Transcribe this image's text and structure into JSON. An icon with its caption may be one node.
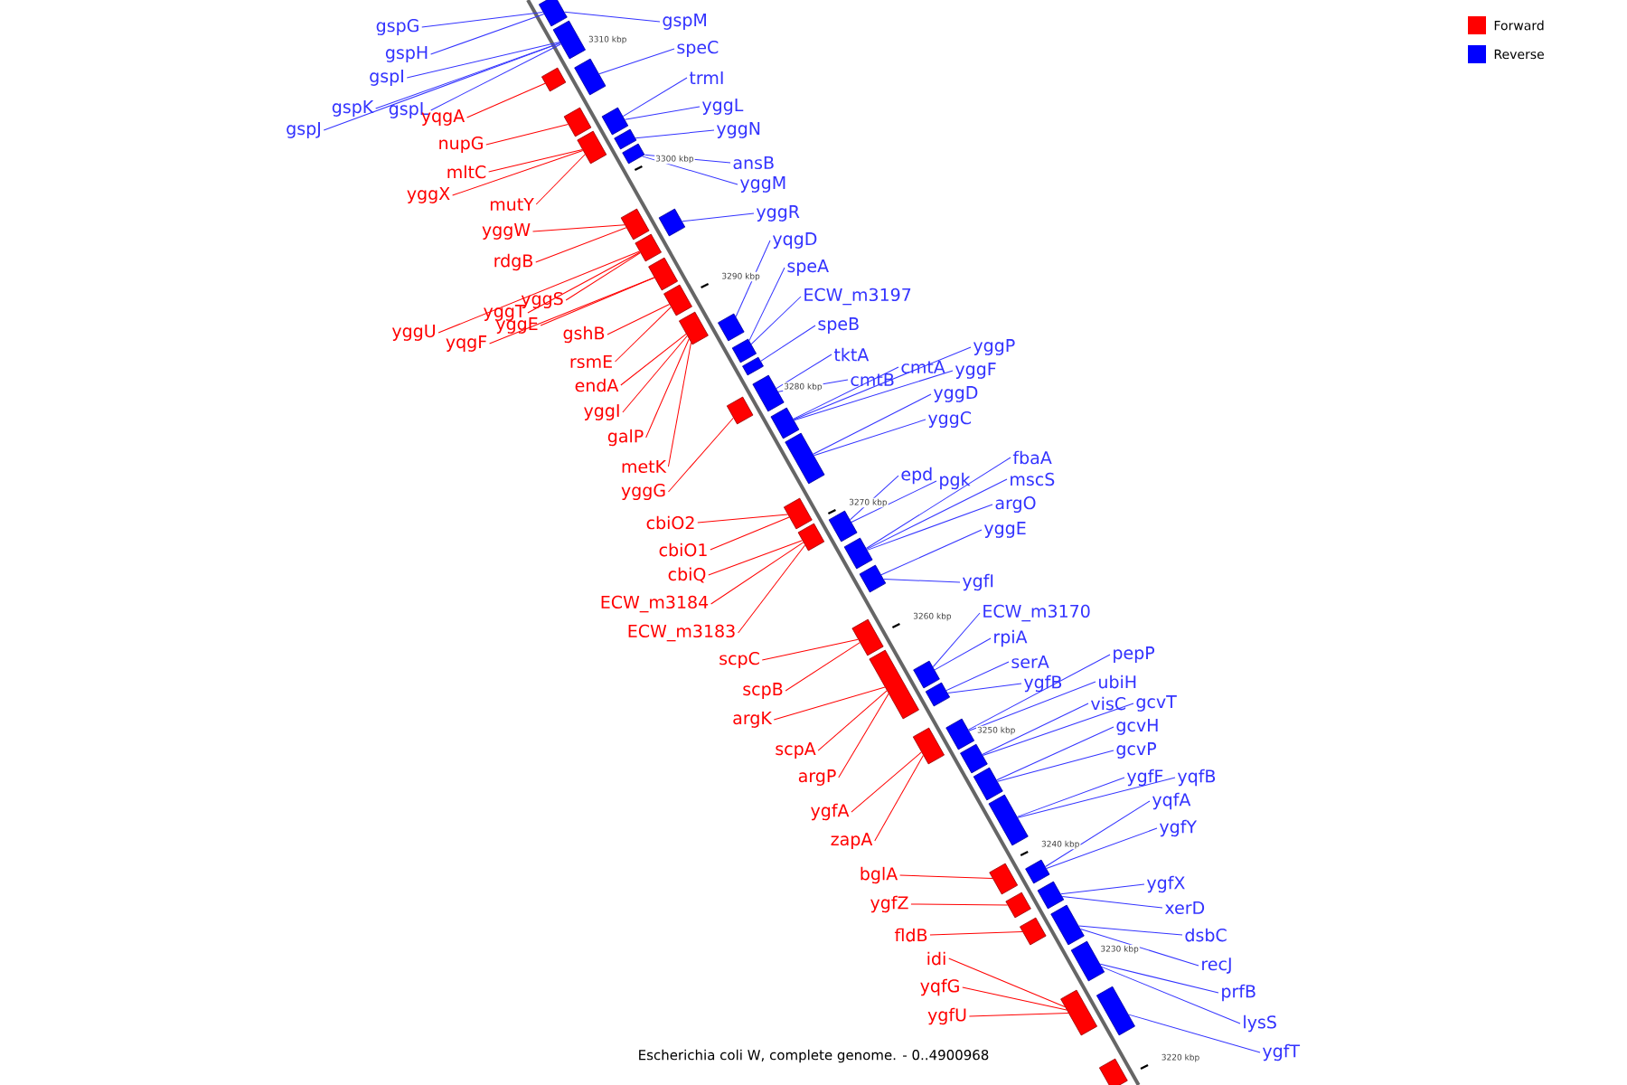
{
  "diagram": {
    "caption": "Escherichia coli W, complete genome. - 0..4900968",
    "nodes": [
      {
        "text": [
          "gspG"
        ]
      },
      {
        "text": [
          "gspH"
        ]
      },
      {
        "text": [
          "gspI"
        ]
      },
      {
        "text": [
          "gspK"
        ]
      },
      {
        "text": [
          "gspL"
        ]
      },
      {
        "text": [
          "gspJ"
        ]
      },
      {
        "text": [
          "yqgA"
        ]
      },
      {
        "text": [
          "nupG"
        ]
      },
      {
        "text": [
          "mltC"
        ]
      },
      {
        "text": [
          "yggX"
        ]
      },
      {
        "text": [
          "mutY"
        ]
      },
      {
        "text": [
          "yggW"
        ]
      },
      {
        "text": [
          "rdgB"
        ]
      },
      {
        "text": [
          "yggS"
        ]
      },
      {
        "text": [
          "yggT"
        ]
      },
      {
        "text": [
          "yggU"
        ]
      },
      {
        "text": [
          "yqgF"
        ]
      },
      {
        "text": [
          "yggE"
        ]
      },
      {
        "text": [
          "gshB"
        ]
      },
      {
        "text": [
          "rsmE"
        ]
      },
      {
        "text": [
          "endA"
        ]
      },
      {
        "text": [
          "yggI"
        ]
      },
      {
        "text": [
          "galP"
        ]
      },
      {
        "text": [
          "metK"
        ]
      },
      {
        "text": [
          "yggG"
        ]
      },
      {
        "text": [
          "cbiO2"
        ]
      },
      {
        "text": [
          "cbiO1"
        ]
      },
      {
        "text": [
          "cbiQ"
        ]
      },
      {
        "text": [
          "ECW_m3184"
        ]
      },
      {
        "text": [
          "ECW_m3183"
        ]
      },
      {
        "text": [
          "scpC"
        ]
      },
      {
        "text": [
          "scpB"
        ]
      },
      {
        "text": [
          "argK"
        ]
      },
      {
        "text": [
          "scpA"
        ]
      },
      {
        "text": [
          "argP"
        ]
      },
      {
        "text": [
          "ygfA"
        ]
      },
      {
        "text": [
          "zapA"
        ]
      },
      {
        "text": [
          "bglA"
        ]
      },
      {
        "text": [
          "ygfZ"
        ]
      },
      {
        "text": [
          "fldB"
        ]
      },
      {
        "text": [
          "idi"
        ]
      },
      {
        "text": [
          "yqfG"
        ]
      },
      {
        "text": [
          "ygfU"
        ]
      },
      {
        "text": [
          "gspM"
        ]
      },
      {
        "text": [
          "speC"
        ]
      },
      {
        "text": [
          "trmI"
        ]
      },
      {
        "text": [
          "yggL"
        ]
      },
      {
        "text": [
          "yggN"
        ]
      },
      {
        "text": [
          "ansB"
        ]
      },
      {
        "text": [
          "yggM"
        ]
      },
      {
        "text": [
          "yggR"
        ]
      },
      {
        "text": [
          "yqgD"
        ]
      },
      {
        "text": [
          "speA"
        ]
      },
      {
        "text": [
          "ECW_m3197"
        ]
      },
      {
        "text": [
          "speB"
        ]
      },
      {
        "text": [
          "tktA"
        ]
      },
      {
        "text": [
          "cmtB"
        ]
      },
      {
        "text": [
          "cmtA"
        ]
      },
      {
        "text": [
          "yggP"
        ]
      },
      {
        "text": [
          "yggF"
        ]
      },
      {
        "text": [
          "yggD"
        ]
      },
      {
        "text": [
          "yggC"
        ]
      },
      {
        "text": [
          "epd"
        ]
      },
      {
        "text": [
          "pgk"
        ]
      },
      {
        "text": [
          "fbaA"
        ]
      },
      {
        "text": [
          "mscS"
        ]
      },
      {
        "text": [
          "argO"
        ]
      },
      {
        "text": [
          "yggE"
        ]
      },
      {
        "text": [
          "ygfI"
        ]
      },
      {
        "text": [
          "ECW_m3170"
        ]
      },
      {
        "text": [
          "rpiA"
        ]
      },
      {
        "text": [
          "serA"
        ]
      },
      {
        "text": [
          "ygfB"
        ]
      },
      {
        "text": [
          "pepP"
        ]
      },
      {
        "text": [
          "ubiH"
        ]
      },
      {
        "text": [
          "visC"
        ]
      },
      {
        "text": [
          "gcvT"
        ]
      },
      {
        "text": [
          "gcvH"
        ]
      },
      {
        "text": [
          "gcvP"
        ]
      },
      {
        "text": [
          "ygfF"
        ]
      },
      {
        "text": [
          "yqfB"
        ]
      },
      {
        "text": [
          "yqfA"
        ]
      },
      {
        "text": [
          "ygfY"
        ]
      },
      {
        "text": [
          "ygfX"
        ]
      },
      {
        "text": [
          "xerD"
        ]
      },
      {
        "text": [
          "dsbC"
        ]
      },
      {
        "text": [
          "recJ"
        ]
      },
      {
        "text": [
          "prfB"
        ]
      },
      {
        "text": [
          "lysS"
        ]
      },
      {
        "text": [
          "ygfT"
        ]
      },
      {
        "text": [],
        "shape": "bar"
      },
      {
        "text": [],
        "shape": "bar"
      },
      {
        "text": [],
        "shape": "bar"
      },
      {
        "text": [],
        "shape": "bar"
      },
      {
        "text": [],
        "shape": "bar"
      },
      {
        "text": [],
        "shape": "bar"
      },
      {
        "text": [],
        "shape": "bar"
      },
      {
        "text": [],
        "shape": "bar"
      },
      {
        "text": [],
        "shape": "bar"
      },
      {
        "text": [],
        "shape": "bar"
      },
      {
        "text": [],
        "shape": "bar"
      },
      {
        "text": [],
        "shape": "bar"
      },
      {
        "text": [],
        "shape": "bar"
      },
      {
        "text": [],
        "shape": "bar"
      },
      {
        "text": [],
        "shape": "bar"
      },
      {
        "text": [],
        "shape": "bar"
      },
      {
        "text": [],
        "shape": "bar"
      },
      {
        "text": [],
        "shape": "bar"
      },
      {
        "text": [],
        "shape": "bar"
      },
      {
        "text": [],
        "shape": "bar"
      },
      {
        "text": [],
        "shape": "bar"
      },
      {
        "text": [],
        "shape": "bar"
      },
      {
        "text": [],
        "shape": "bar"
      },
      {
        "text": [],
        "shape": "bar"
      },
      {
        "text": [],
        "shape": "bar"
      },
      {
        "text": [],
        "shape": "bar"
      },
      {
        "text": [],
        "shape": "bar"
      },
      {
        "text": [],
        "shape": "bar"
      },
      {
        "text": [],
        "shape": "bar"
      },
      {
        "text": [],
        "shape": "bar"
      },
      {
        "text": [],
        "shape": "bar"
      },
      {
        "text": [],
        "shape": "bar"
      },
      {
        "text": [],
        "shape": "bar"
      },
      {
        "text": [],
        "shape": "bar"
      },
      {
        "text": [],
        "shape": "bar"
      },
      {
        "text": [],
        "shape": "bar"
      },
      {
        "text": [],
        "shape": "bar"
      },
      {
        "text": [],
        "shape": "bar"
      },
      {
        "text": [],
        "shape": "bar"
      },
      {
        "text": [],
        "shape": "bar"
      },
      {
        "text": [],
        "shape": "bar"
      },
      {
        "text": [],
        "shape": "bar"
      },
      {
        "text": [],
        "shape": "bar"
      },
      {
        "text": [],
        "shape": "bar"
      },
      {
        "text": [],
        "shape": "bar"
      },
      {
        "text": [],
        "shape": "bar"
      }
    ],
    "edges": [
      {
        "from": 0,
        "to": 109,
        "arrow": "none"
      },
      {
        "from": 1,
        "to": 109,
        "arrow": "none"
      },
      {
        "from": 2,
        "to": 110,
        "arrow": "none"
      },
      {
        "from": 3,
        "to": 110,
        "arrow": "none"
      },
      {
        "from": 4,
        "to": 110,
        "arrow": "none"
      },
      {
        "from": 5,
        "to": 110,
        "arrow": "none"
      },
      {
        "from": 6,
        "to": 90,
        "arrow": "none",
        "color": "#ff0000"
      },
      {
        "from": 7,
        "to": 91,
        "arrow": "none",
        "color": "#ff0000"
      },
      {
        "from": 8,
        "to": 92,
        "arrow": "none",
        "color": "#ff0000"
      },
      {
        "from": 9,
        "to": 92,
        "arrow": "none",
        "color": "#ff0000"
      },
      {
        "from": 10,
        "to": 92,
        "arrow": "none",
        "color": "#ff0000"
      },
      {
        "from": 11,
        "to": 93,
        "arrow": "none",
        "color": "#ff0000"
      },
      {
        "from": 12,
        "to": 93,
        "arrow": "none",
        "color": "#ff0000"
      },
      {
        "from": 13,
        "to": 94,
        "arrow": "none",
        "color": "#ff0000"
      },
      {
        "from": 14,
        "to": 94,
        "arrow": "none",
        "color": "#ff0000"
      },
      {
        "from": 15,
        "to": 94,
        "arrow": "none",
        "color": "#ff0000"
      },
      {
        "from": 16,
        "to": 95,
        "arrow": "none",
        "color": "#ff0000"
      },
      {
        "from": 17,
        "to": 95,
        "arrow": "none",
        "color": "#ff0000"
      },
      {
        "from": 18,
        "to": 96,
        "arrow": "none",
        "color": "#ff0000"
      },
      {
        "from": 19,
        "to": 96,
        "arrow": "none",
        "color": "#ff0000"
      },
      {
        "from": 20,
        "to": 97,
        "arrow": "none",
        "color": "#ff0000"
      },
      {
        "from": 21,
        "to": 97,
        "arrow": "none",
        "color": "#ff0000"
      },
      {
        "from": 22,
        "to": 97,
        "arrow": "none",
        "color": "#ff0000"
      },
      {
        "from": 23,
        "to": 97,
        "arrow": "none",
        "color": "#ff0000"
      },
      {
        "from": 24,
        "to": 98,
        "arrow": "none",
        "color": "#ff0000"
      },
      {
        "from": 25,
        "to": 99,
        "arrow": "none",
        "color": "#ff0000"
      },
      {
        "from": 26,
        "to": 99,
        "arrow": "none",
        "color": "#ff0000"
      },
      {
        "from": 27,
        "to": 100,
        "arrow": "none",
        "color": "#ff0000"
      },
      {
        "from": 28,
        "to": 100,
        "arrow": "none",
        "color": "#ff0000"
      },
      {
        "from": 29,
        "to": 100,
        "arrow": "none",
        "color": "#ff0000"
      },
      {
        "from": 30,
        "to": 101,
        "arrow": "none",
        "color": "#ff0000"
      },
      {
        "from": 31,
        "to": 101,
        "arrow": "none",
        "color": "#ff0000"
      },
      {
        "from": 32,
        "to": 102,
        "arrow": "none",
        "color": "#ff0000"
      },
      {
        "from": 33,
        "to": 102,
        "arrow": "none",
        "color": "#ff0000"
      },
      {
        "from": 34,
        "to": 102,
        "arrow": "none",
        "color": "#ff0000"
      },
      {
        "from": 35,
        "to": 103,
        "arrow": "none",
        "color": "#ff0000"
      },
      {
        "from": 36,
        "to": 103,
        "arrow": "none",
        "color": "#ff0000"
      },
      {
        "from": 37,
        "to": 104,
        "arrow": "none",
        "color": "#ff0000"
      },
      {
        "from": 38,
        "to": 105,
        "arrow": "none",
        "color": "#ff0000"
      },
      {
        "from": 39,
        "to": 106,
        "arrow": "none",
        "color": "#ff0000"
      },
      {
        "from": 40,
        "to": 107,
        "arrow": "none",
        "color": "#ff0000"
      },
      {
        "from": 41,
        "to": 107,
        "arrow": "none",
        "color": "#ff0000"
      },
      {
        "from": 42,
        "to": 107,
        "arrow": "none",
        "color": "#ff0000"
      },
      {
        "from": 43,
        "to": 109,
        "arrow": "none"
      },
      {
        "from": 44,
        "to": 111,
        "arrow": "none"
      },
      {
        "from": 45,
        "to": 112,
        "arrow": "none"
      },
      {
        "from": 46,
        "to": 112,
        "arrow": "none"
      },
      {
        "from": 47,
        "to": 113,
        "arrow": "none"
      },
      {
        "from": 48,
        "to": 114,
        "arrow": "none"
      },
      {
        "from": 49,
        "to": 114,
        "arrow": "none"
      },
      {
        "from": 50,
        "to": 115,
        "arrow": "none"
      },
      {
        "from": 51,
        "to": 116,
        "arrow": "none"
      },
      {
        "from": 52,
        "to": 117,
        "arrow": "none"
      },
      {
        "from": 53,
        "to": 117,
        "arrow": "none"
      },
      {
        "from": 54,
        "to": 118,
        "arrow": "none"
      },
      {
        "from": 55,
        "to": 119,
        "arrow": "none"
      },
      {
        "from": 56,
        "to": 119,
        "arrow": "none"
      },
      {
        "from": 57,
        "to": 120,
        "arrow": "none"
      },
      {
        "from": 58,
        "to": 120,
        "arrow": "none"
      },
      {
        "from": 59,
        "to": 120,
        "arrow": "none"
      },
      {
        "from": 60,
        "to": 121,
        "arrow": "none"
      },
      {
        "from": 61,
        "to": 121,
        "arrow": "none"
      },
      {
        "from": 62,
        "to": 122,
        "arrow": "none"
      },
      {
        "from": 63,
        "to": 122,
        "arrow": "none"
      },
      {
        "from": 64,
        "to": 123,
        "arrow": "none"
      },
      {
        "from": 65,
        "to": 123,
        "arrow": "none"
      },
      {
        "from": 66,
        "to": 123,
        "arrow": "none"
      },
      {
        "from": 67,
        "to": 124,
        "arrow": "none"
      },
      {
        "from": 68,
        "to": 124,
        "arrow": "none"
      },
      {
        "from": 69,
        "to": 125,
        "arrow": "none"
      },
      {
        "from": 70,
        "to": 125,
        "arrow": "none"
      },
      {
        "from": 71,
        "to": 126,
        "arrow": "none"
      },
      {
        "from": 72,
        "to": 126,
        "arrow": "none"
      },
      {
        "from": 73,
        "to": 127,
        "arrow": "none"
      },
      {
        "from": 74,
        "to": 127,
        "arrow": "none"
      },
      {
        "from": 75,
        "to": 128,
        "arrow": "none"
      },
      {
        "from": 76,
        "to": 128,
        "arrow": "none"
      },
      {
        "from": 77,
        "to": 129,
        "arrow": "none"
      },
      {
        "from": 78,
        "to": 129,
        "arrow": "none"
      },
      {
        "from": 79,
        "to": 130,
        "arrow": "none"
      },
      {
        "from": 80,
        "to": 130,
        "arrow": "none"
      },
      {
        "from": 81,
        "to": 131,
        "arrow": "none"
      },
      {
        "from": 82,
        "to": 131,
        "arrow": "none"
      },
      {
        "from": 83,
        "to": 132,
        "arrow": "none"
      },
      {
        "from": 84,
        "to": 132,
        "arrow": "none"
      },
      {
        "from": 85,
        "to": 133,
        "arrow": "none"
      },
      {
        "from": 86,
        "to": 133,
        "arrow": "none"
      },
      {
        "from": 87,
        "to": 134,
        "arrow": "none"
      },
      {
        "from": 88,
        "to": 134,
        "arrow": "none"
      },
      {
        "from": 89,
        "to": 135,
        "arrow": "none"
      }
    ],
    "labels": [
      "3310 kbp",
      "3300 kbp",
      "3290 kbp",
      "3280 kbp",
      "3270 kbp",
      "3260 kbp",
      "3250 kbp",
      "3240 kbp",
      "3230 kbp",
      "3220 kbp"
    ],
    "legend": [
      {
        "text": "Forward",
        "color": "#ff0000"
      },
      {
        "text": "Reverse",
        "color": "#0000ff"
      }
    ]
  }
}
